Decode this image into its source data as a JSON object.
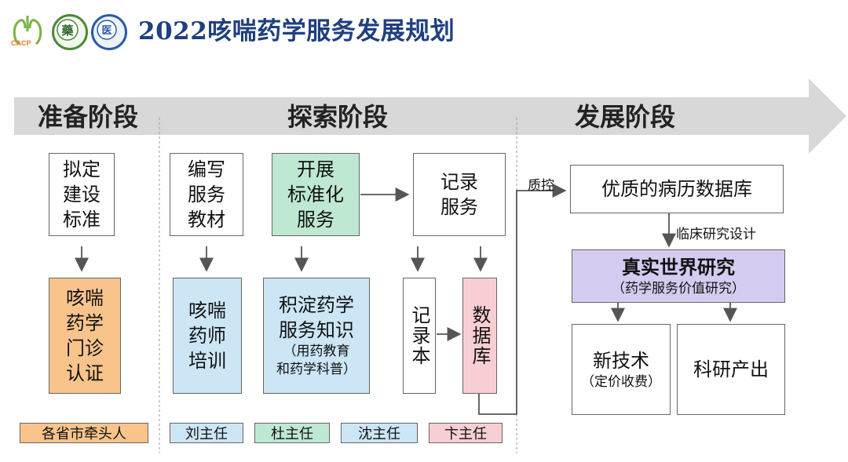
{
  "title": "2022咳喘药学服务发展规划",
  "logos": [
    {
      "name": "cacp-logo",
      "text": "CACP"
    },
    {
      "name": "emblem-logo-1",
      "text": "藥"
    },
    {
      "name": "emblem-logo-2",
      "text": "医"
    }
  ],
  "phases": [
    "准备阶段",
    "探索阶段",
    "发展阶段"
  ],
  "boxes": {
    "draft_standard": "拟定\n建设\n标准",
    "asthma_clinic_cert": "咳喘\n药学\n门诊\n认证",
    "write_materials": "编写\n服务\n教材",
    "pharmacist_training": "咳喘\n药师\n培训",
    "standard_service": "开展\n标准化\n服务",
    "knowledge_main": "积淀药学\n服务知识",
    "knowledge_sub": "（用药教育\n和药学科普）",
    "record_service": "记录\n服务",
    "record_book": "记录本",
    "database": "数据库",
    "quality_db": "优质的病历数据库",
    "rwe_main": "真实世界研究",
    "rwe_sub": "（药学服务价值研究）",
    "new_tech_main": "新技术",
    "new_tech_sub": "（定价收费）",
    "research_output": "科研产出"
  },
  "arrow_labels": {
    "qc": "质控",
    "clinical_design": "临床研究设计"
  },
  "owners": [
    "各省市牵头人",
    "刘主任",
    "杜主任",
    "沈主任",
    "卞主任"
  ],
  "colors": {
    "title": "#1f3f80",
    "orange": "#f8c48c",
    "blue": "#cce6f6",
    "green": "#bfe8d2",
    "pink": "#f7cfd3",
    "purple": "#d5cbf0",
    "band": "#d8d8d8"
  }
}
